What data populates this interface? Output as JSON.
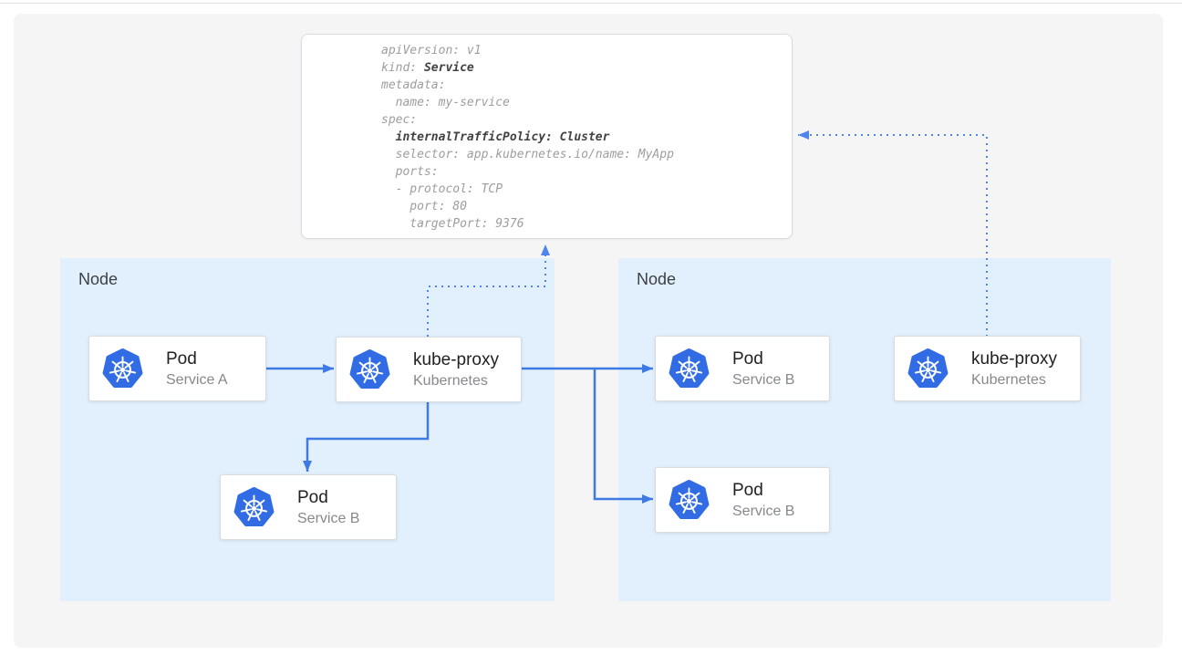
{
  "colors": {
    "k8s_blue": "#326ce5",
    "arrow_solid": "#3d7ae4",
    "arrow_dotted": "#4f83ee",
    "node_bg": "#e2f0fd",
    "canvas_bg": "#f5f5f5",
    "card_border": "#d9dce0"
  },
  "code_card": {
    "lines": [
      {
        "pre": "apiVersion: v1",
        "bold": ""
      },
      {
        "pre": "kind: ",
        "bold": "Service"
      },
      {
        "pre": "metadata:",
        "bold": ""
      },
      {
        "pre": "  name: my-service",
        "bold": ""
      },
      {
        "pre": "spec:",
        "bold": ""
      },
      {
        "pre": "  ",
        "bold": "internalTrafficPolicy: Cluster"
      },
      {
        "pre": "  selector: app.kubernetes.io/name: MyApp",
        "bold": ""
      },
      {
        "pre": "  ports:",
        "bold": ""
      },
      {
        "pre": "  - protocol: TCP",
        "bold": ""
      },
      {
        "pre": "    port: 80",
        "bold": ""
      },
      {
        "pre": "    targetPort: 9376",
        "bold": ""
      }
    ]
  },
  "nodes": [
    {
      "label": "Node",
      "cards": [
        {
          "title": "Pod",
          "subtitle": "Service A",
          "icon": "kubernetes-helm-logo"
        },
        {
          "title": "kube-proxy",
          "subtitle": "Kubernetes",
          "icon": "kubernetes-helm-logo"
        },
        {
          "title": "Pod",
          "subtitle": "Service B",
          "icon": "kubernetes-helm-logo"
        }
      ]
    },
    {
      "label": "Node",
      "cards": [
        {
          "title": "Pod",
          "subtitle": "Service B",
          "icon": "kubernetes-helm-logo"
        },
        {
          "title": "Pod",
          "subtitle": "Service B",
          "icon": "kubernetes-helm-logo"
        },
        {
          "title": "kube-proxy",
          "subtitle": "Kubernetes",
          "icon": "kubernetes-helm-logo"
        }
      ]
    }
  ]
}
